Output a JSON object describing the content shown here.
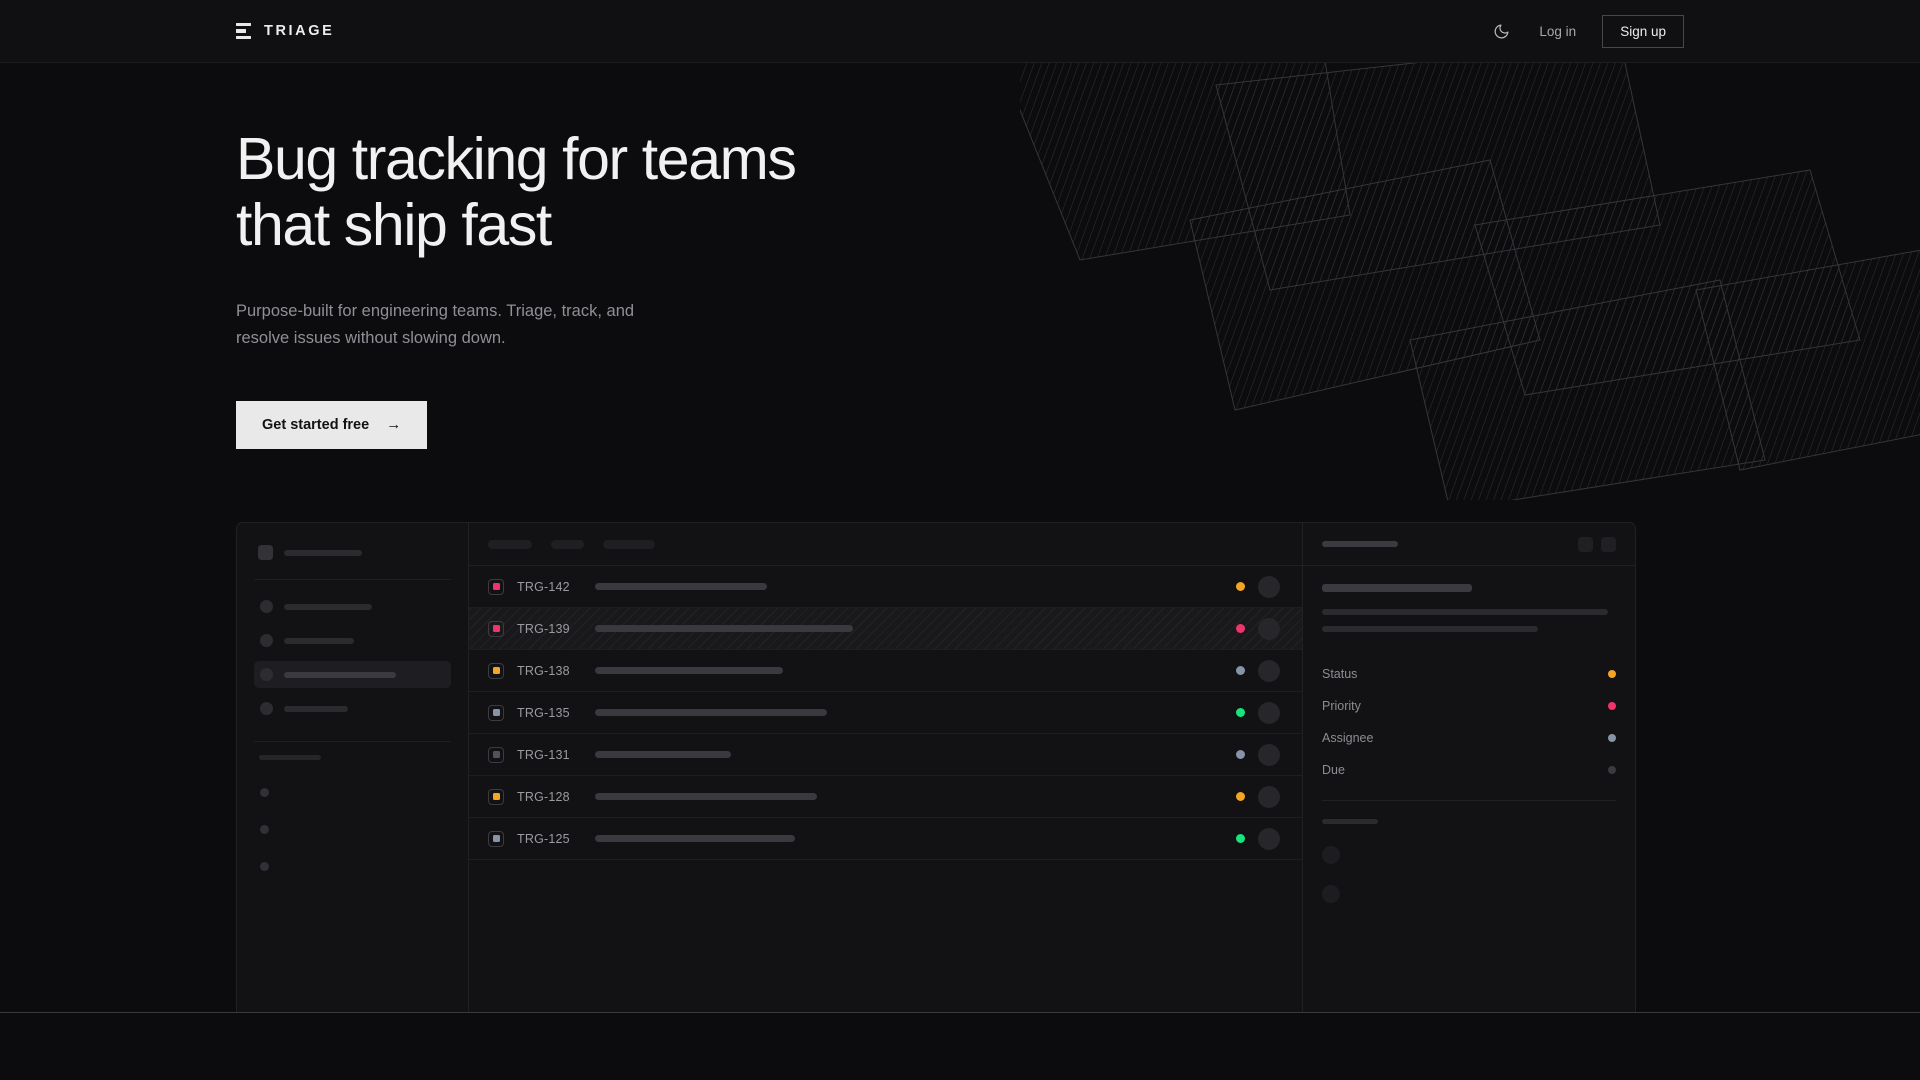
{
  "nav": {
    "logo_text": "TRIAGE",
    "logo_icon": "stack-bars-icon",
    "theme_toggle_icon": "moon-icon",
    "login_label": "Log in",
    "signup_label": "Sign up"
  },
  "hero": {
    "headline": "Bug tracking for teams\nthat ship fast",
    "subhead": "Purpose-built for engineering teams. Triage, track, and\nresolve issues without slowing down.",
    "cta_label": "Get started free",
    "cta_arrow": "→"
  },
  "colors": {
    "page_bg": "#0c0c0e",
    "nav_bg": "#101012",
    "panel_bg": "#121214",
    "border": "#212125",
    "text_primary": "#f1f1f2",
    "text_muted": "#8f8f96",
    "cta_bg": "#e9e9e9",
    "accent_pink": "#f0336b",
    "accent_orange": "#f5a524",
    "accent_green": "#19e37c",
    "accent_slate": "#8794a8",
    "accent_gray": "#52525a"
  },
  "mockup": {
    "sidebar": {
      "workspace_placeholder": "",
      "nav_items": [
        {
          "active": false
        },
        {
          "active": false
        },
        {
          "active": true
        },
        {
          "active": false
        }
      ],
      "section_label_placeholder": "",
      "sub_items": [
        {},
        {},
        {}
      ]
    },
    "list": {
      "toolbar_pills": [
        44,
        33,
        52
      ],
      "rows": [
        {
          "id": "TRG-142",
          "priority_color": "#f0336b",
          "status_color": "#f5a524",
          "title_width": 172,
          "selected": false
        },
        {
          "id": "TRG-139",
          "priority_color": "#f0336b",
          "status_color": "#f0336b",
          "title_width": 258,
          "selected": true
        },
        {
          "id": "TRG-138",
          "priority_color": "#f5a524",
          "status_color": "#8794a8",
          "title_width": 188,
          "selected": false
        },
        {
          "id": "TRG-135",
          "priority_color": "#8794a8",
          "status_color": "#19e37c",
          "title_width": 232,
          "selected": false
        },
        {
          "id": "TRG-131",
          "priority_color": "#52525a",
          "status_color": "#8794a8",
          "title_width": 136,
          "selected": false
        },
        {
          "id": "TRG-128",
          "priority_color": "#f5a524",
          "status_color": "#f5a524",
          "title_width": 222,
          "selected": false
        },
        {
          "id": "TRG-125",
          "priority_color": "#8794a8",
          "status_color": "#19e37c",
          "title_width": 200,
          "selected": false
        }
      ]
    },
    "detail": {
      "header_placeholder": "",
      "header_buttons": [
        {},
        {}
      ],
      "fields": [
        {
          "label": "Status",
          "value_color": "#f5a524"
        },
        {
          "label": "Priority",
          "value_color": "#f0336b"
        },
        {
          "label": "Assignee",
          "value_color": "#8794a8"
        },
        {
          "label": "Due",
          "value_color": "#3a3a40"
        }
      ],
      "comments": [
        {},
        {}
      ]
    }
  }
}
